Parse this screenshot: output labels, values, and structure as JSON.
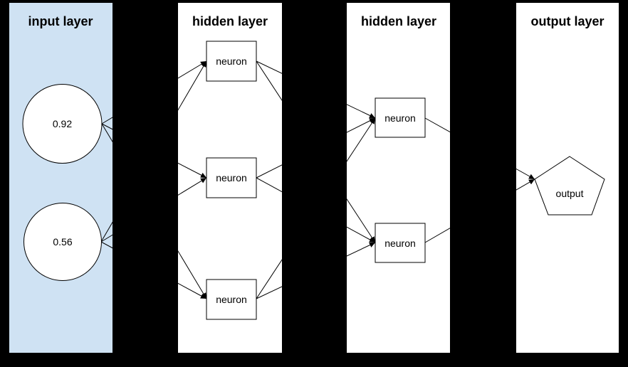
{
  "colors": {
    "background": "#000000",
    "input_panel_fill": "#cfe2f3",
    "panel_fill": "#ffffff",
    "shape_fill": "#ffffff",
    "stroke": "#000000"
  },
  "layers": [
    {
      "id": "input",
      "title": "input layer",
      "nodes": [
        {
          "id": "input-1",
          "shape": "circle",
          "label": "0.92"
        },
        {
          "id": "input-2",
          "shape": "circle",
          "label": "0.56"
        }
      ]
    },
    {
      "id": "hidden1",
      "title": "hidden layer",
      "nodes": [
        {
          "id": "hidden1-1",
          "shape": "rectangle",
          "label": "neuron"
        },
        {
          "id": "hidden1-2",
          "shape": "rectangle",
          "label": "neuron"
        },
        {
          "id": "hidden1-3",
          "shape": "rectangle",
          "label": "neuron"
        }
      ]
    },
    {
      "id": "hidden2",
      "title": "hidden layer",
      "nodes": [
        {
          "id": "hidden2-1",
          "shape": "rectangle",
          "label": "neuron"
        },
        {
          "id": "hidden2-2",
          "shape": "rectangle",
          "label": "neuron"
        }
      ]
    },
    {
      "id": "output",
      "title": "output layer",
      "nodes": [
        {
          "id": "output-1",
          "shape": "pentagon",
          "label": "output"
        }
      ]
    }
  ],
  "connections": [
    {
      "from": "input-1",
      "to": "hidden1-1"
    },
    {
      "from": "input-1",
      "to": "hidden1-2"
    },
    {
      "from": "input-1",
      "to": "hidden1-3"
    },
    {
      "from": "input-2",
      "to": "hidden1-1"
    },
    {
      "from": "input-2",
      "to": "hidden1-2"
    },
    {
      "from": "input-2",
      "to": "hidden1-3"
    },
    {
      "from": "hidden1-1",
      "to": "hidden2-1"
    },
    {
      "from": "hidden1-1",
      "to": "hidden2-2"
    },
    {
      "from": "hidden1-2",
      "to": "hidden2-1"
    },
    {
      "from": "hidden1-2",
      "to": "hidden2-2"
    },
    {
      "from": "hidden1-3",
      "to": "hidden2-1"
    },
    {
      "from": "hidden1-3",
      "to": "hidden2-2"
    },
    {
      "from": "hidden2-1",
      "to": "output-1"
    },
    {
      "from": "hidden2-2",
      "to": "output-1"
    }
  ]
}
